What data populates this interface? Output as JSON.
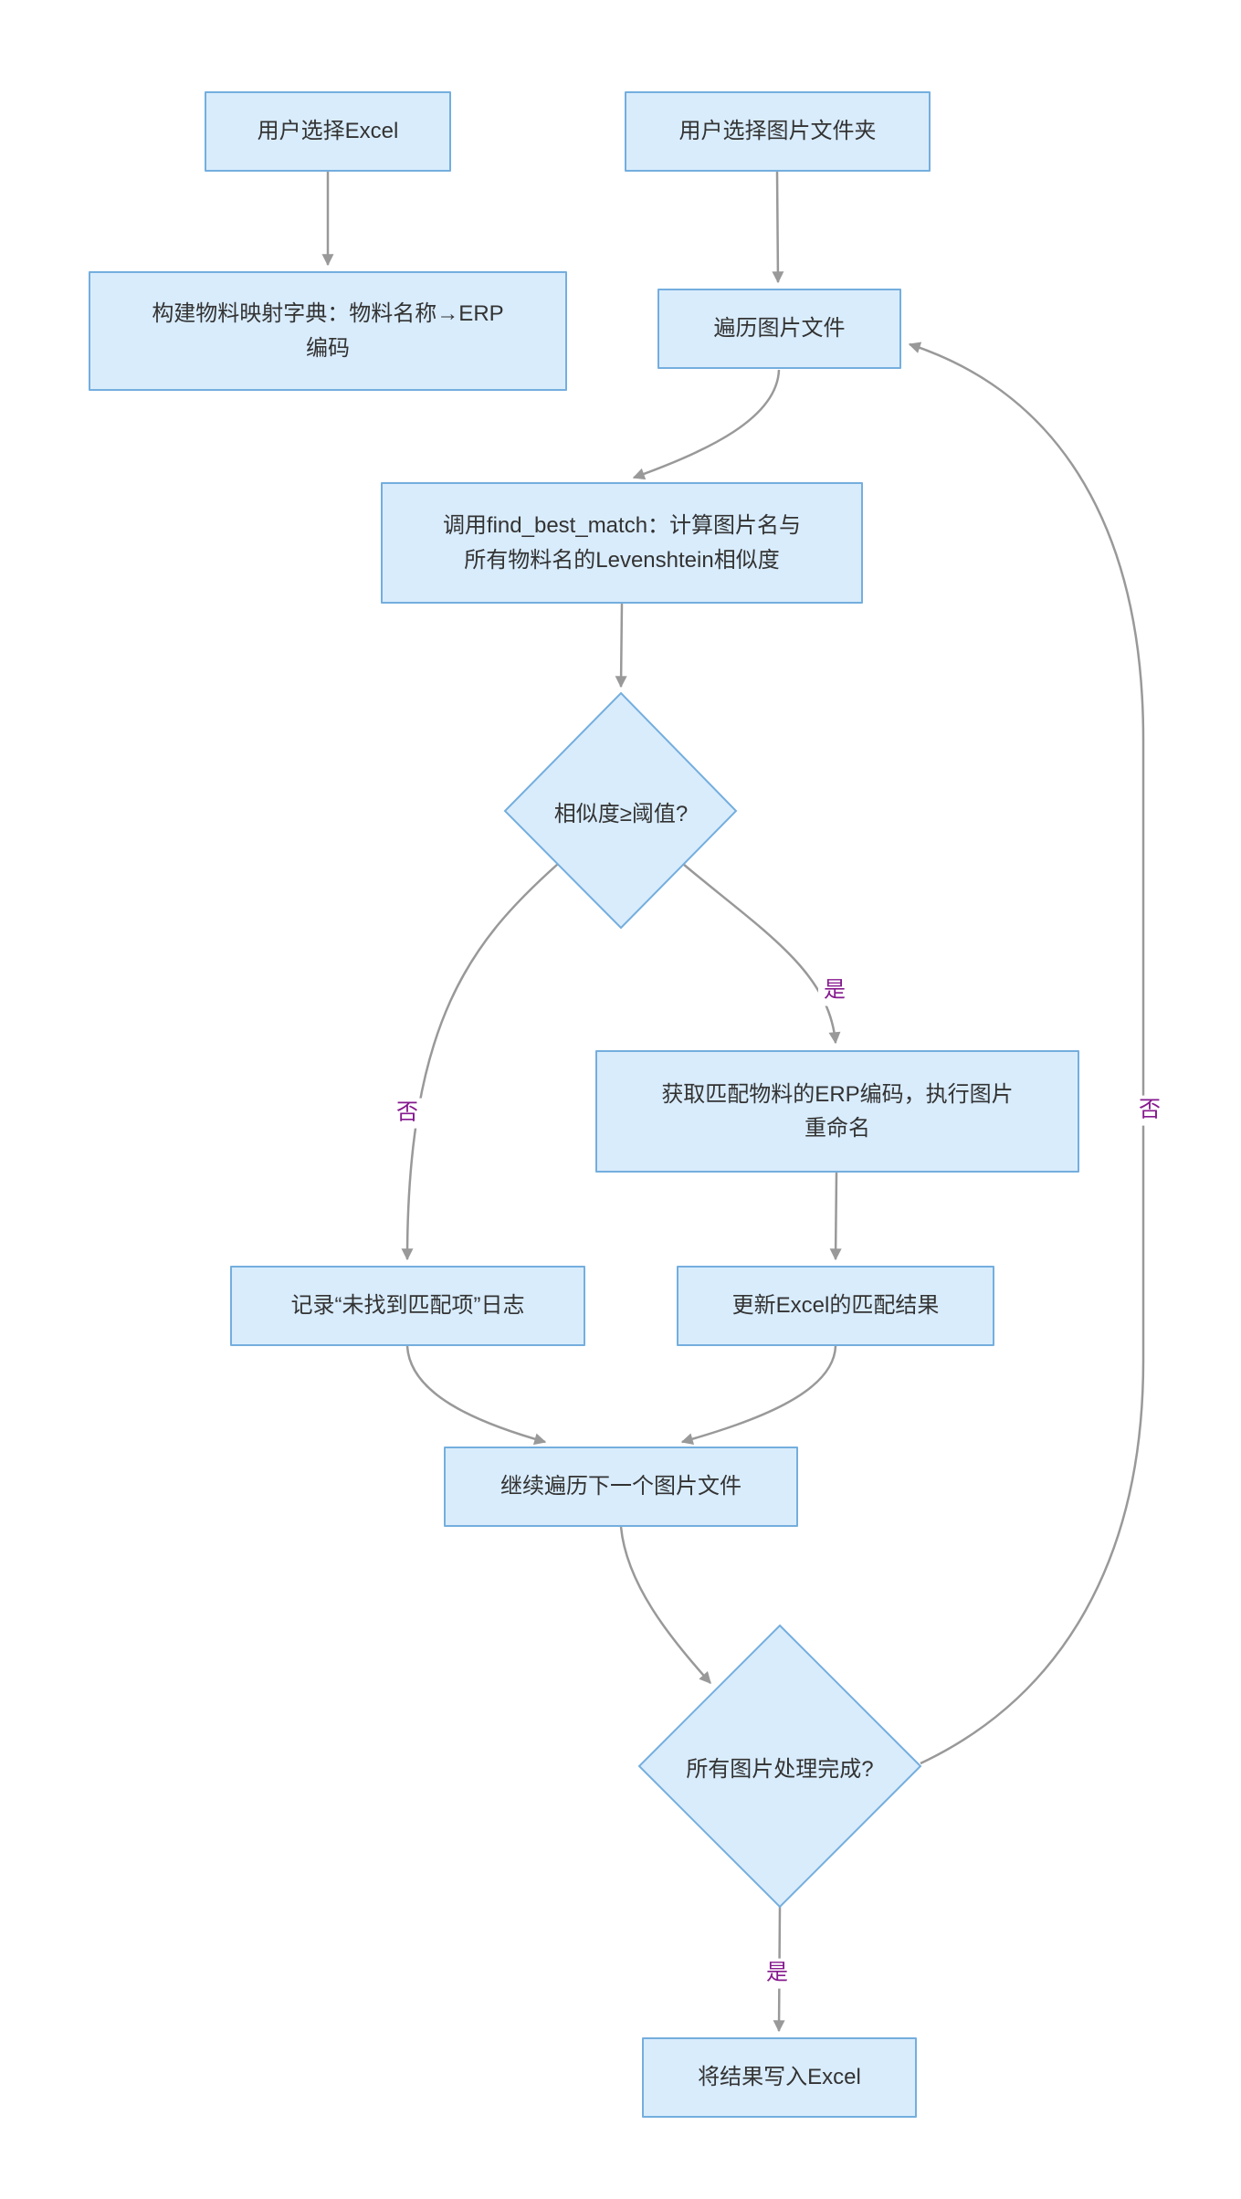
{
  "theme": {
    "page_bg": "#ffffff",
    "node_fill": "#d9ecfc",
    "node_border": "#74aede",
    "node_text": "#333333",
    "edge_color": "#999999",
    "edge_label_color": "#86198f",
    "label_bg": "#ffffff"
  },
  "diagram": {
    "type": "flowchart",
    "direction": "top-down",
    "nodes": [
      {
        "id": "select-excel",
        "shape": "rect",
        "label": "用户选择Excel"
      },
      {
        "id": "select-image-folder",
        "shape": "rect",
        "label": "用户选择图片文件夹"
      },
      {
        "id": "build-material-dict",
        "shape": "rect",
        "label": "构建物料映射字典：物料名称→ERP\n编码"
      },
      {
        "id": "iterate-images",
        "shape": "rect",
        "label": "遍历图片文件"
      },
      {
        "id": "find-best-match",
        "shape": "rect",
        "label": "调用find_best_match：计算图片名与\n所有物料名的Levenshtein相似度"
      },
      {
        "id": "similarity-check",
        "shape": "diamond",
        "label": "相似度≥阈值?"
      },
      {
        "id": "get-erp-rename",
        "shape": "rect",
        "label": "获取匹配物料的ERP编码，执行图片\n重命名"
      },
      {
        "id": "log-no-match",
        "shape": "rect",
        "label": "记录“未找到匹配项”日志"
      },
      {
        "id": "update-excel-result",
        "shape": "rect",
        "label": "更新Excel的匹配结果"
      },
      {
        "id": "continue-next-image",
        "shape": "rect",
        "label": "继续遍历下一个图片文件"
      },
      {
        "id": "all-processed-check",
        "shape": "diamond",
        "label": "所有图片处理完成?"
      },
      {
        "id": "write-results-excel",
        "shape": "rect",
        "label": "将结果写入Excel"
      }
    ],
    "edges": [
      {
        "from": "select-excel",
        "to": "build-material-dict",
        "label": ""
      },
      {
        "from": "select-image-folder",
        "to": "iterate-images",
        "label": ""
      },
      {
        "from": "iterate-images",
        "to": "find-best-match",
        "label": ""
      },
      {
        "from": "find-best-match",
        "to": "similarity-check",
        "label": ""
      },
      {
        "from": "similarity-check",
        "to": "get-erp-rename",
        "label": "是"
      },
      {
        "from": "similarity-check",
        "to": "log-no-match",
        "label": "否"
      },
      {
        "from": "get-erp-rename",
        "to": "update-excel-result",
        "label": ""
      },
      {
        "from": "log-no-match",
        "to": "continue-next-image",
        "label": ""
      },
      {
        "from": "update-excel-result",
        "to": "continue-next-image",
        "label": ""
      },
      {
        "from": "continue-next-image",
        "to": "all-processed-check",
        "label": ""
      },
      {
        "from": "all-processed-check",
        "to": "write-results-excel",
        "label": "是"
      },
      {
        "from": "all-processed-check",
        "to": "iterate-images",
        "label": "否"
      }
    ]
  }
}
